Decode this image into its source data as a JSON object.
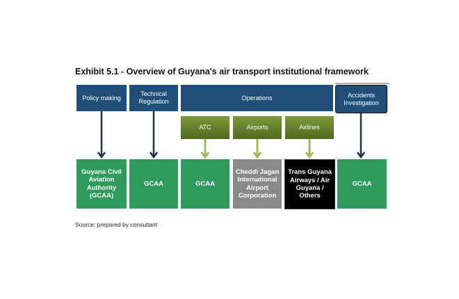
{
  "title": "Exhibit 5.1 - Overview of Guyana's air transport institutional framework",
  "top": {
    "policy": "Policy making",
    "technical": "Technical Regulation",
    "operations": "Operations",
    "accidents": "Accidents Investigation"
  },
  "ops": {
    "atc": "ATC",
    "airports": "Airports",
    "airlines": "Airlines"
  },
  "bottom": {
    "gcaa_full": "Guyana Civil Aviation Authority (GCAA)",
    "gcaa1": "GCAA",
    "gcaa2": "GCAA",
    "cheddi": "Cheddi Jagan International Airport Corporation",
    "trans": "Trans Guyana Airways / Air Guyana / Others",
    "gcaa3": "GCAA"
  },
  "source": "Source: prepared by consultant"
}
